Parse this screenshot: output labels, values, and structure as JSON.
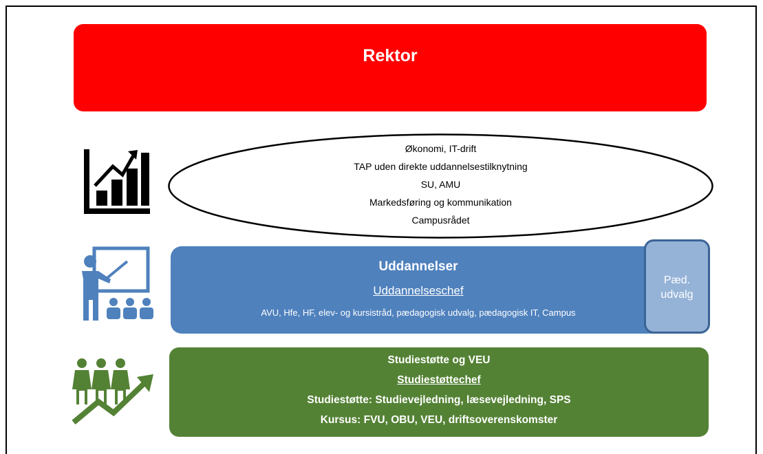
{
  "rektor": {
    "title": "Rektor"
  },
  "admin": {
    "lines": [
      "Økonomi, IT-drift",
      "TAP uden direkte uddannelsestilknytning",
      "SU, AMU",
      "Markedsføring og kommunikation",
      "Campusrådet"
    ]
  },
  "uddannelser": {
    "title": "Uddannelser",
    "chief": "Uddannelseschef",
    "areas": "AVU, Hfe, HF, elev- og kursistråd, pædagogisk udvalg, pædagogisk IT, Campus"
  },
  "paed_udvalg": {
    "line1": "Pæd.",
    "line2": "udvalg"
  },
  "studiestotte": {
    "title": "Studiestøtte og VEU",
    "chief": "Studiestøttechef",
    "support": "Studiestøtte: Studievejledning, læsevejledning, SPS",
    "courses": "Kursus: FVU, OBU, VEU, driftsoverenskomster"
  },
  "colors": {
    "rektor": "#ff0000",
    "uddannelser": "#4f81bd",
    "paed": "#95b3d7",
    "studiestotte": "#548235",
    "icon_blue": "#4f81bd",
    "icon_green": "#548235"
  },
  "icons": [
    "bar-chart-growth-icon",
    "teacher-presentation-icon",
    "people-growth-icon"
  ]
}
